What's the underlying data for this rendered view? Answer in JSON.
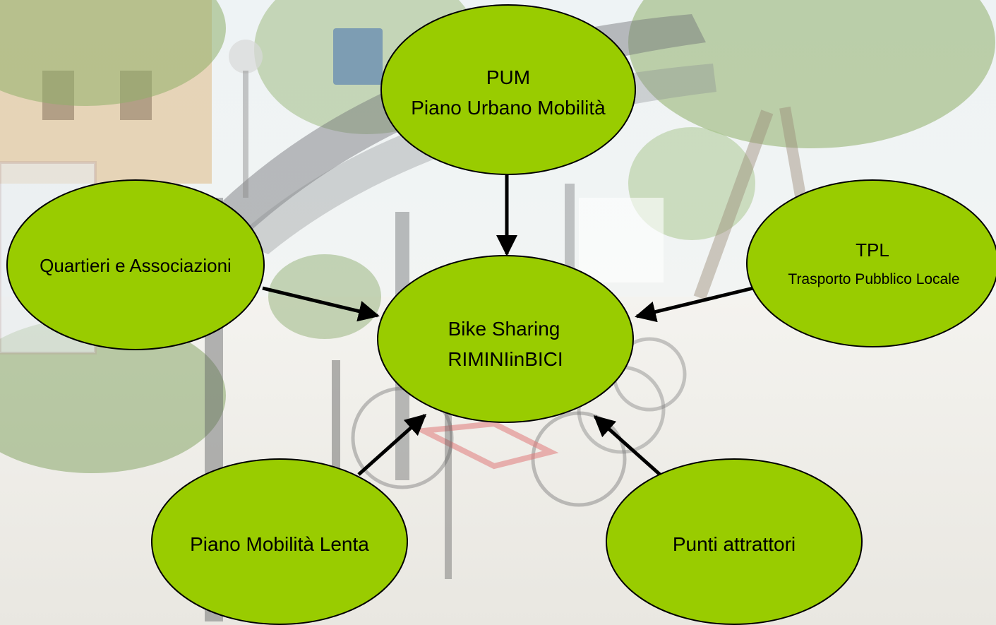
{
  "diagram": {
    "center": {
      "line1": "Bike Sharing",
      "line2": "RIMINIinBICI"
    },
    "nodes": {
      "pum": {
        "line1": "PUM",
        "line2": "Piano Urbano Mobilità"
      },
      "quartieri": {
        "line1": "Quartieri e Associazioni"
      },
      "tpl": {
        "line1": "TPL",
        "line2": "Trasporto Pubblico  Locale"
      },
      "lenta": {
        "line1": "Piano Mobilità Lenta"
      },
      "attrattori": {
        "line1": "Punti attrattori"
      }
    },
    "node_fill": "#99cc00",
    "stroke": "#000000"
  }
}
